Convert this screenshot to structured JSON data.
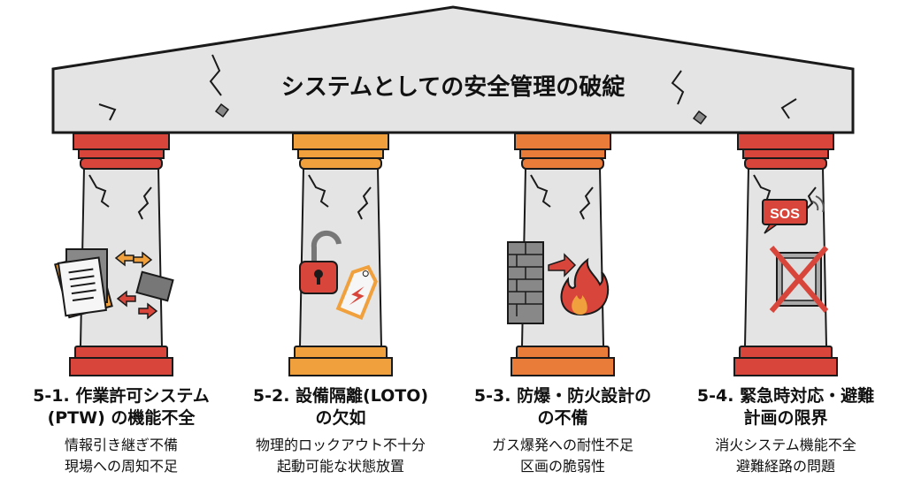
{
  "title": "システムとしての安全管理の破綻",
  "colors": {
    "red": "#d8453a",
    "orange": "#f0a03c",
    "orange_red": "#ea7c3a",
    "stone": "#e4e4e4",
    "outline": "#1a1a1a"
  },
  "pillars": [
    {
      "heading1": "5-1. 作業許可システム",
      "heading2": "(PTW) の機能不全",
      "sub1": "情報引き継ぎ不備",
      "sub2": "現場への周知不足",
      "icon": "documents-arrows-icon"
    },
    {
      "heading1": "5-2. 設備隔離(LOTO)",
      "heading2": "の欠如",
      "sub1": "物理的ロックアウト不十分",
      "sub2": "起動可能な状態放置",
      "icon": "unlocked-padlock-icon"
    },
    {
      "heading1": "5-3. 防爆・防火設計の",
      "heading2": "の不備",
      "sub1": "ガス爆発への耐性不足",
      "sub2": "区画の脆弱性",
      "icon": "brick-wall-fire-icon"
    },
    {
      "heading1": "5-4. 緊急時対応・避難",
      "heading2": "計画の限界",
      "sub1": "消火システム機能不全",
      "sub2": "避難経路の問題",
      "icon": "sos-blocked-exit-icon"
    }
  ],
  "sos_label": "SOS"
}
